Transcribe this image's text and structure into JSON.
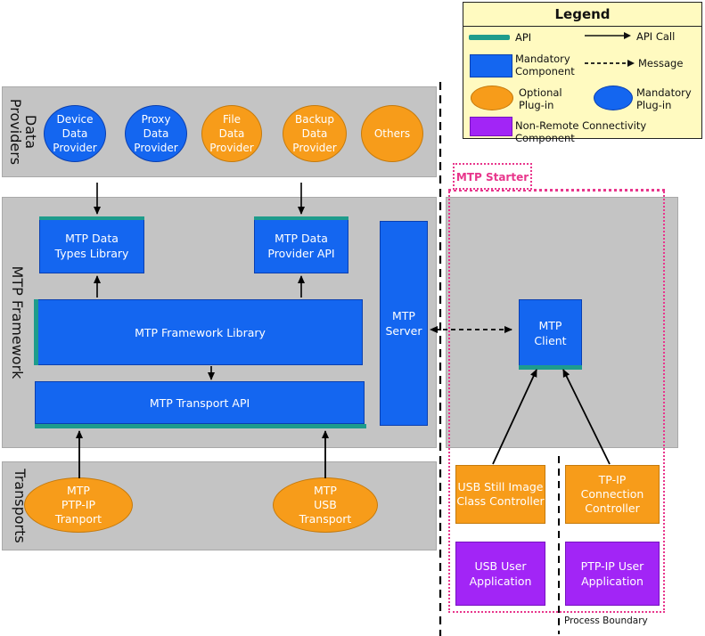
{
  "legend": {
    "title": "Legend",
    "api": "API",
    "api_call": "API Call",
    "mandatory_component": "Mandatory\nComponent",
    "message": "Message",
    "optional_plugin": "Optional\nPlug-in",
    "mandatory_plugin": "Mandatory\nPlug-in",
    "non_remote": "Non-Remote Connectivity Component"
  },
  "bands": {
    "data_providers": "Data\nProviders",
    "mtp_framework": "MTP Framework",
    "transports": "Transports"
  },
  "data_providers": {
    "device": "Device\nData\nProvider",
    "proxy": "Proxy\nData\nProvider",
    "file": "File\nData\nProvider",
    "backup": "Backup\nData\nProvider",
    "others": "Others"
  },
  "framework": {
    "types_library": "MTP Data\nTypes Library",
    "provider_api": "MTP Data\nProvider API",
    "server": "MTP\nServer",
    "framework_library": "MTP  Framework Library",
    "transport_api": "MTP  Transport API"
  },
  "transports": {
    "ptpip": "MTP\nPTP-IP\nTranport",
    "usb": "MTP\nUSB\nTransport"
  },
  "starter": {
    "title": "MTP Starter",
    "client": "MTP\nClient",
    "usb_controller": "USB Still Image\nClass Controller",
    "ip_controller": "TP-IP Connection\nController",
    "usb_user_app": "USB User\nApplication",
    "ptpip_user_app": "PTP-IP User\nApplication"
  },
  "process_boundary": "Process Boundary",
  "colors": {
    "mandatory_blue": "#1466f0",
    "optional_orange": "#f79c1a",
    "non_remote_purple": "#a225f6",
    "api_teal": "#1e9c8c",
    "starter_pink": "#e8368c",
    "legend_bg": "#fffac0",
    "band_gray": "#c4c4c4"
  }
}
